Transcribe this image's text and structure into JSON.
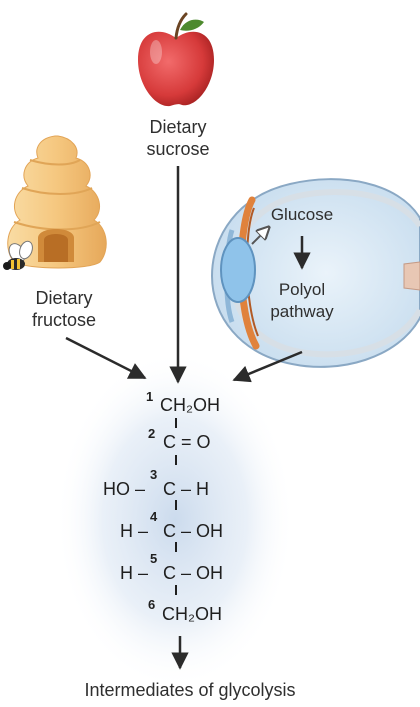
{
  "labels": {
    "dietary_sucrose": [
      "Dietary",
      "sucrose"
    ],
    "dietary_fructose": [
      "Dietary",
      "fructose"
    ],
    "glucose": "Glucose",
    "polyol_pathway": [
      "Polyol",
      "pathway"
    ],
    "output": "Intermediates of glycolysis"
  },
  "fructose": {
    "carbons": [
      {
        "num": "1",
        "text": "CH₂OH"
      },
      {
        "num": "2",
        "text": "C = O"
      },
      {
        "num": "3",
        "left": "HO –",
        "right": "C – H"
      },
      {
        "num": "4",
        "left": "H –",
        "right": "C – OH"
      },
      {
        "num": "5",
        "left": "H –",
        "right": "C – OH"
      },
      {
        "num": "6",
        "text": "CH₂OH"
      }
    ]
  },
  "icons": [
    "apple-icon",
    "beehive-icon",
    "bee-icon",
    "eye-icon"
  ],
  "colors": {
    "apple_red": "#d63a3a",
    "hive_orange": "#f2c27a",
    "eye_blue": "#b9d4ea",
    "lens_blue": "#8fc3ea",
    "retina_orange": "#e0823c",
    "glow_blue": "#c9d9ec"
  }
}
